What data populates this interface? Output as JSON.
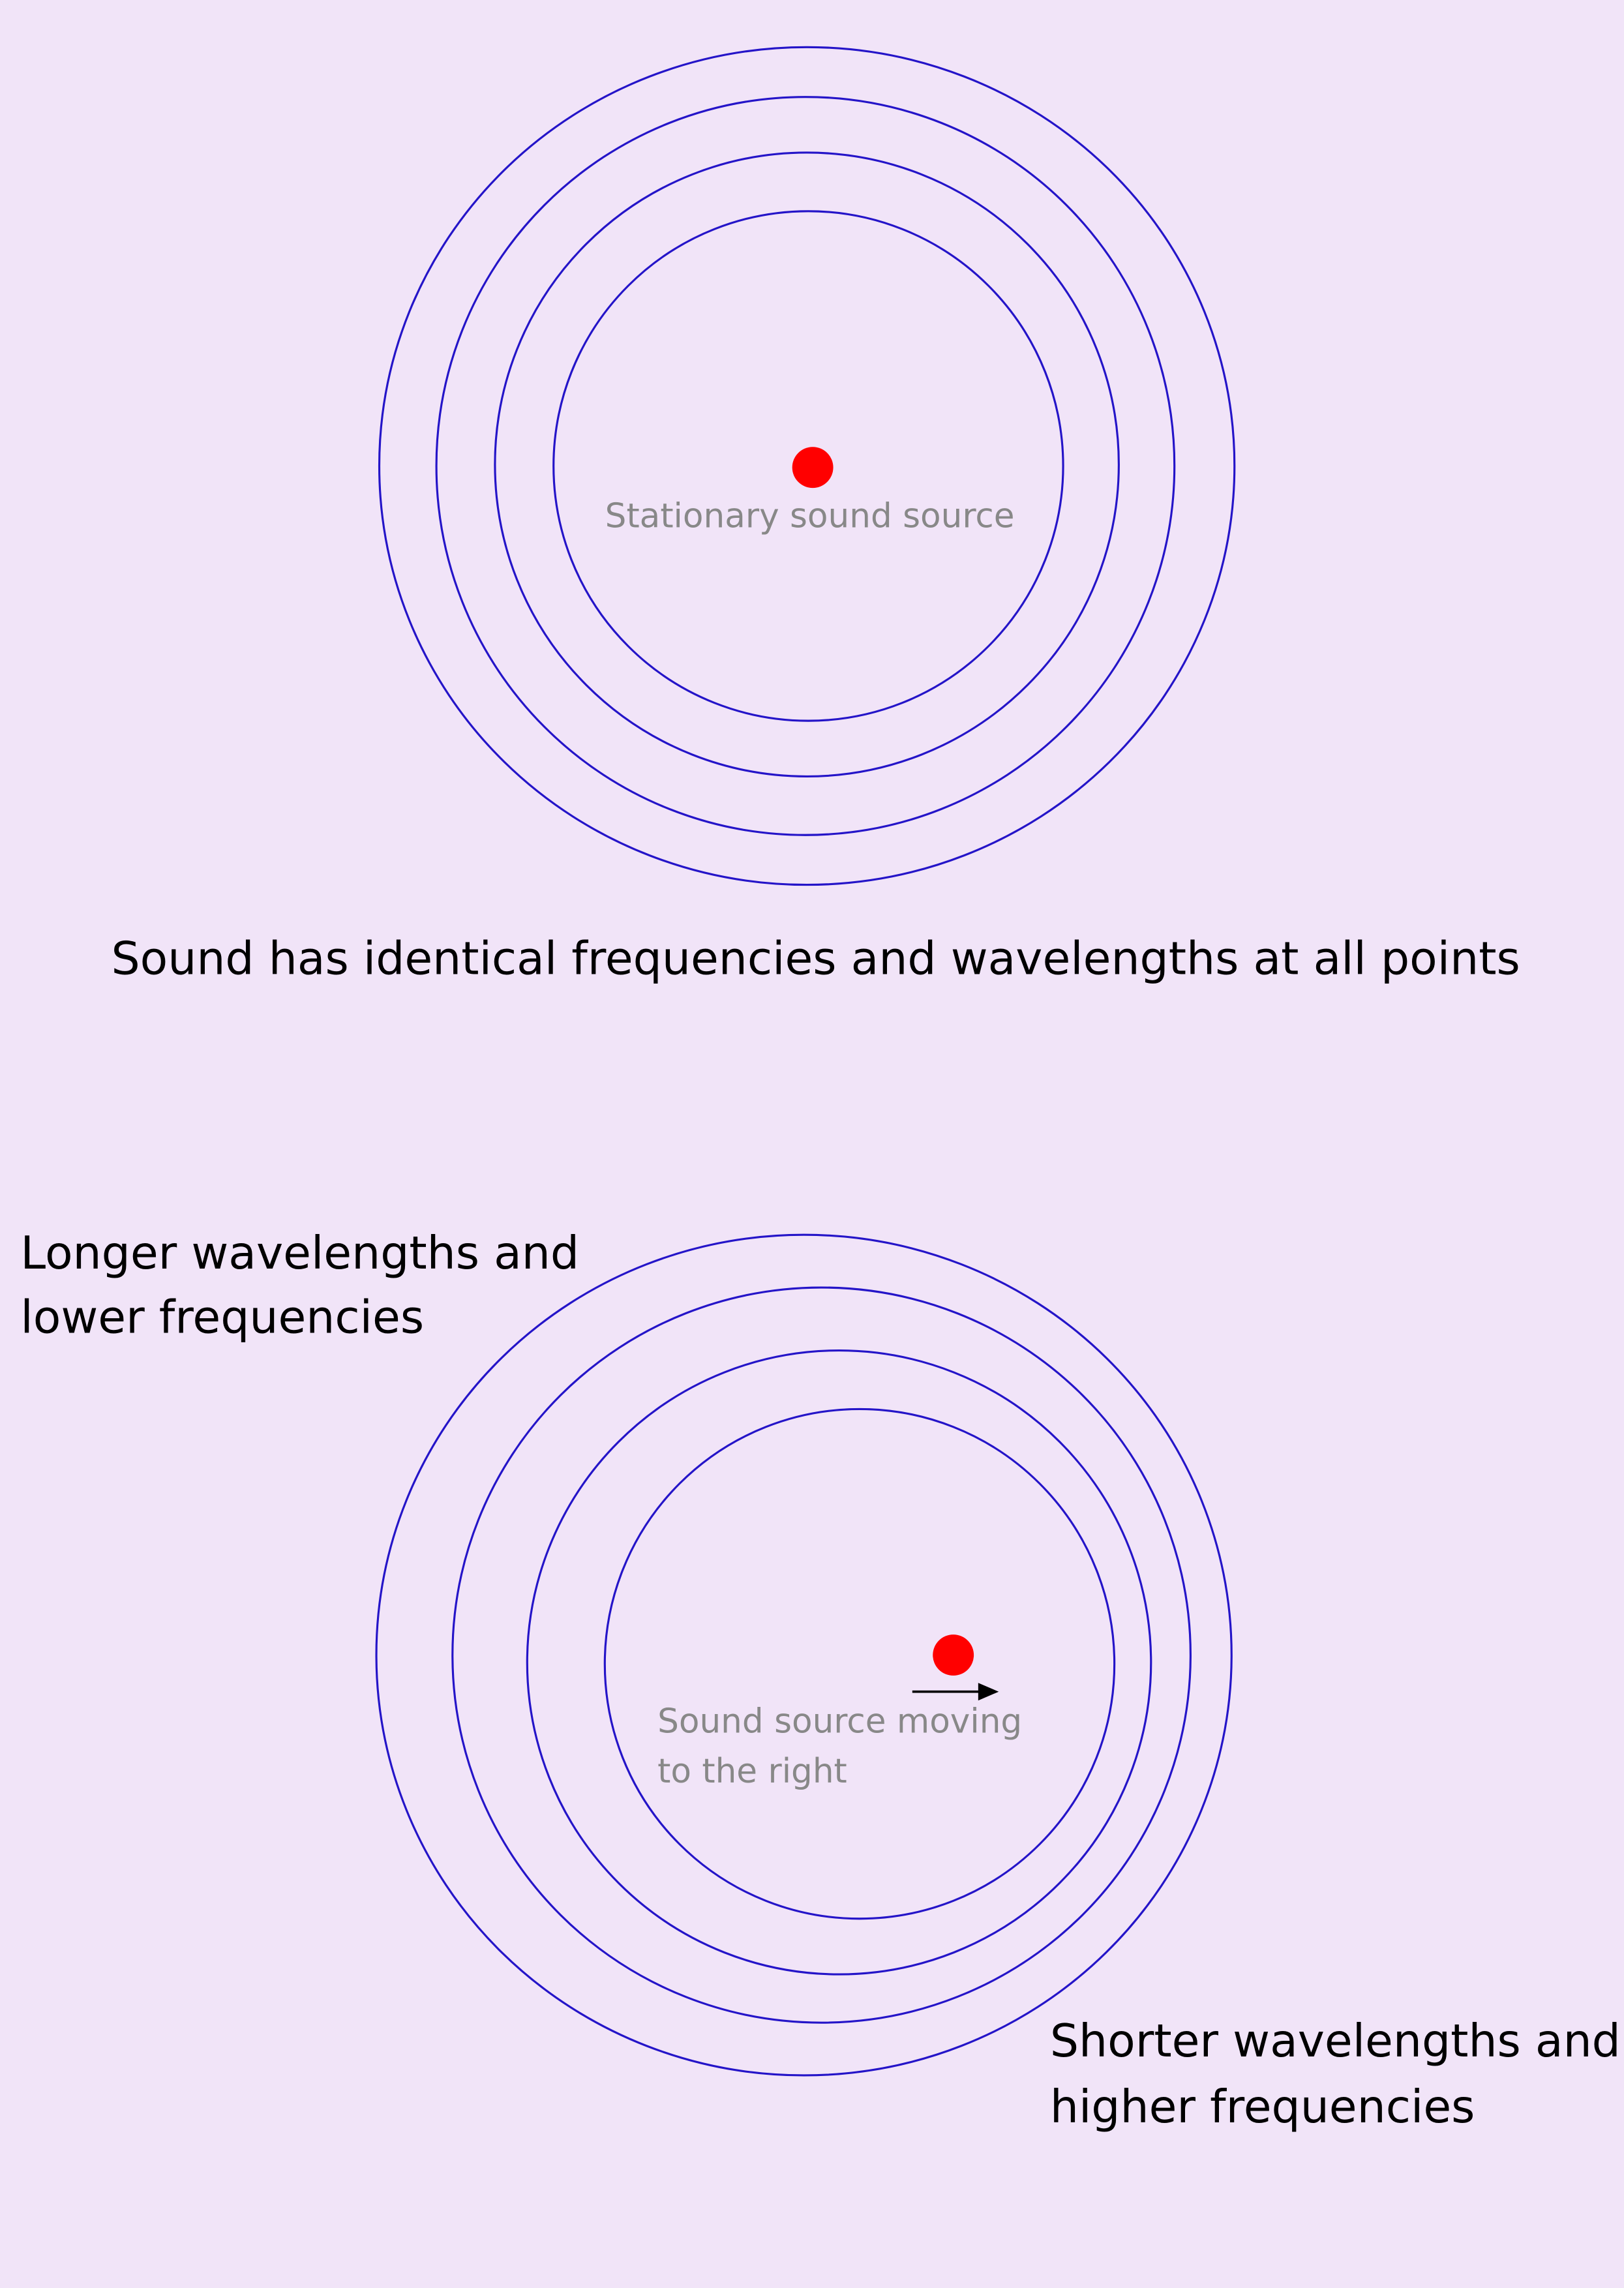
{
  "colors": {
    "background": "#f1e4f8",
    "wave": "#2414c8",
    "source": "#ff0000",
    "label_gray": "#888888"
  },
  "stationary": {
    "source_label": "Stationary sound source",
    "caption": "Sound has identical frequencies and wavelengths at all points"
  },
  "moving": {
    "source_label_line1": "Sound source moving",
    "source_label_line2": "to the right",
    "left_label_line1": "Longer wavelengths and",
    "left_label_line2": "lower frequencies",
    "right_label_line1": "Shorter wavelengths and",
    "right_label_line2": "higher frequencies"
  }
}
